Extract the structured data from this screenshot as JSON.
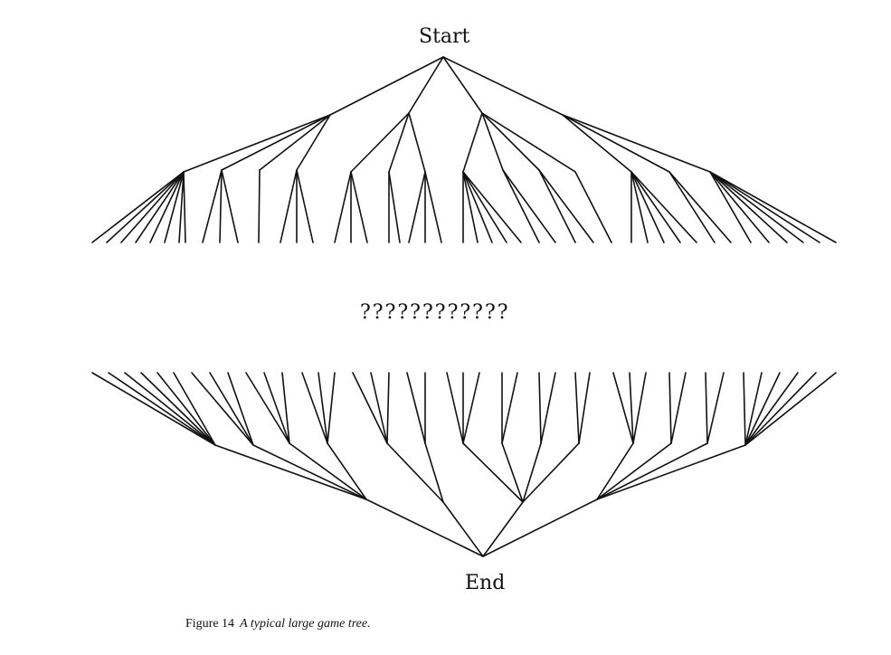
{
  "diagram": {
    "start_label": "Start",
    "unknown_label": "????????????",
    "end_label": "End",
    "caption": {
      "figure_number": "Figure 14",
      "description": "A typical large game tree."
    }
  }
}
